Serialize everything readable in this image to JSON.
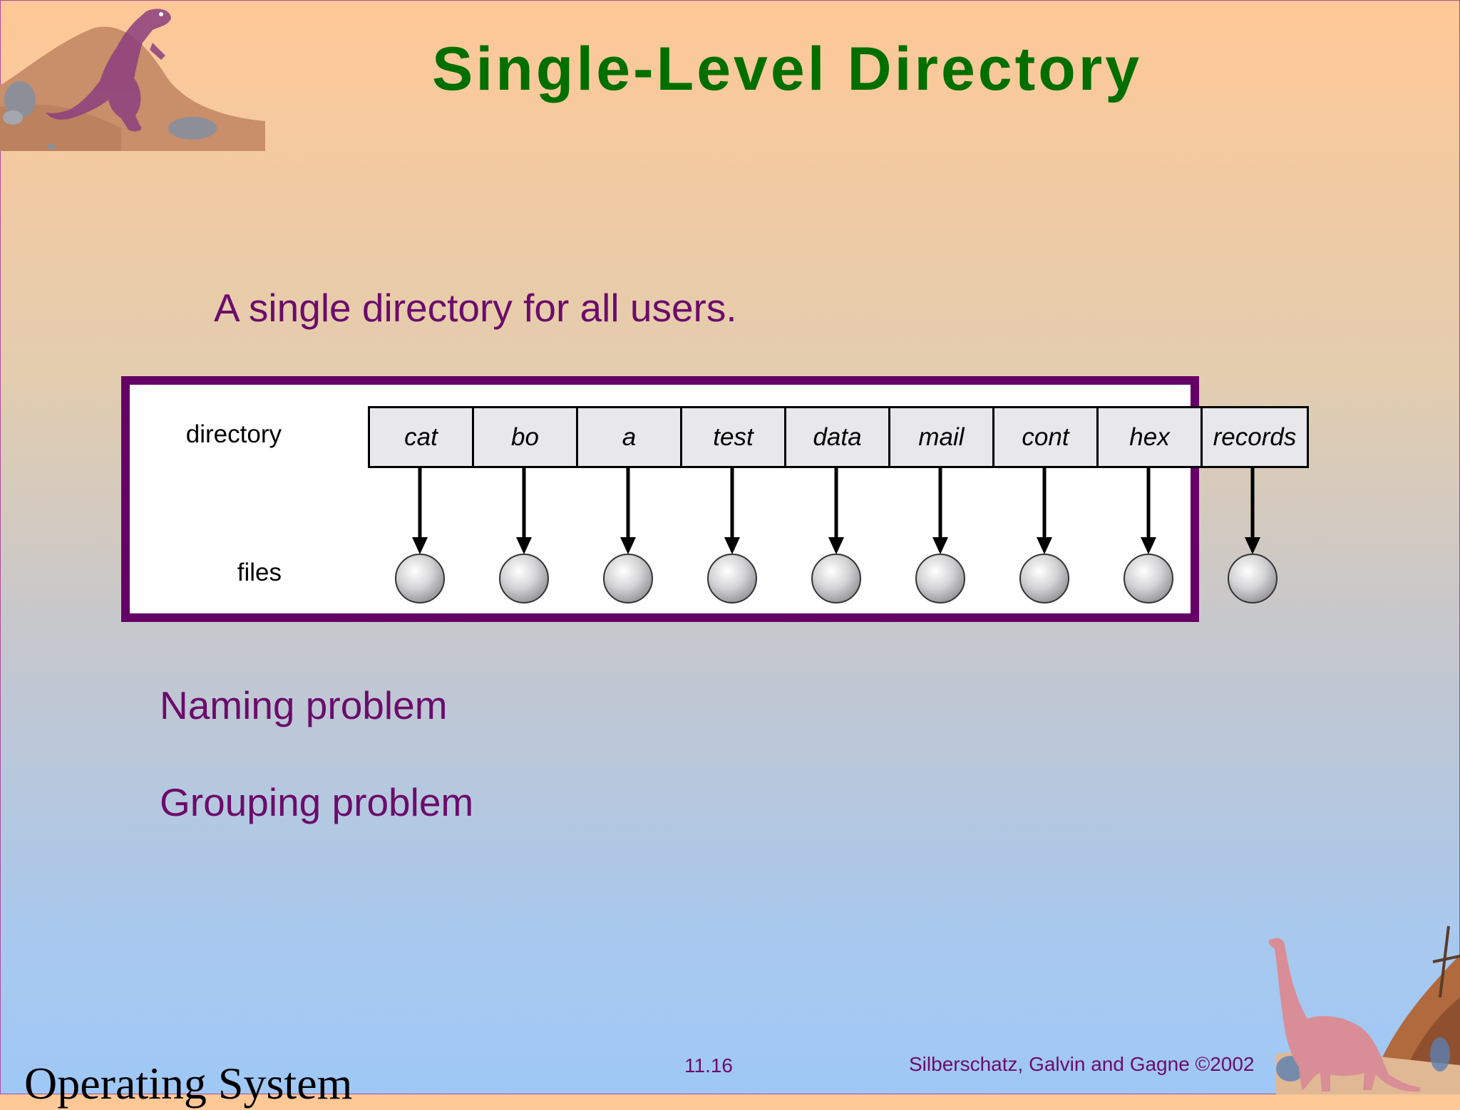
{
  "slide": {
    "title": "Single-Level Directory",
    "bullets": [
      "A single directory for all users.",
      "Naming problem",
      "Grouping problem"
    ]
  },
  "diagram": {
    "directory_label": "directory",
    "files_label": "files",
    "entries": [
      "cat",
      "bo",
      "a",
      "test",
      "data",
      "mail",
      "cont",
      "hex",
      "records"
    ]
  },
  "footer": {
    "left": "Operating System",
    "page": "11.16",
    "right": "Silberschatz, Galvin and  Gagne ©2002"
  },
  "colors": {
    "title": "#006f00",
    "body_text": "#6b0c6b",
    "diagram_border": "#650066",
    "cell_fill": "#e8e8ea"
  }
}
